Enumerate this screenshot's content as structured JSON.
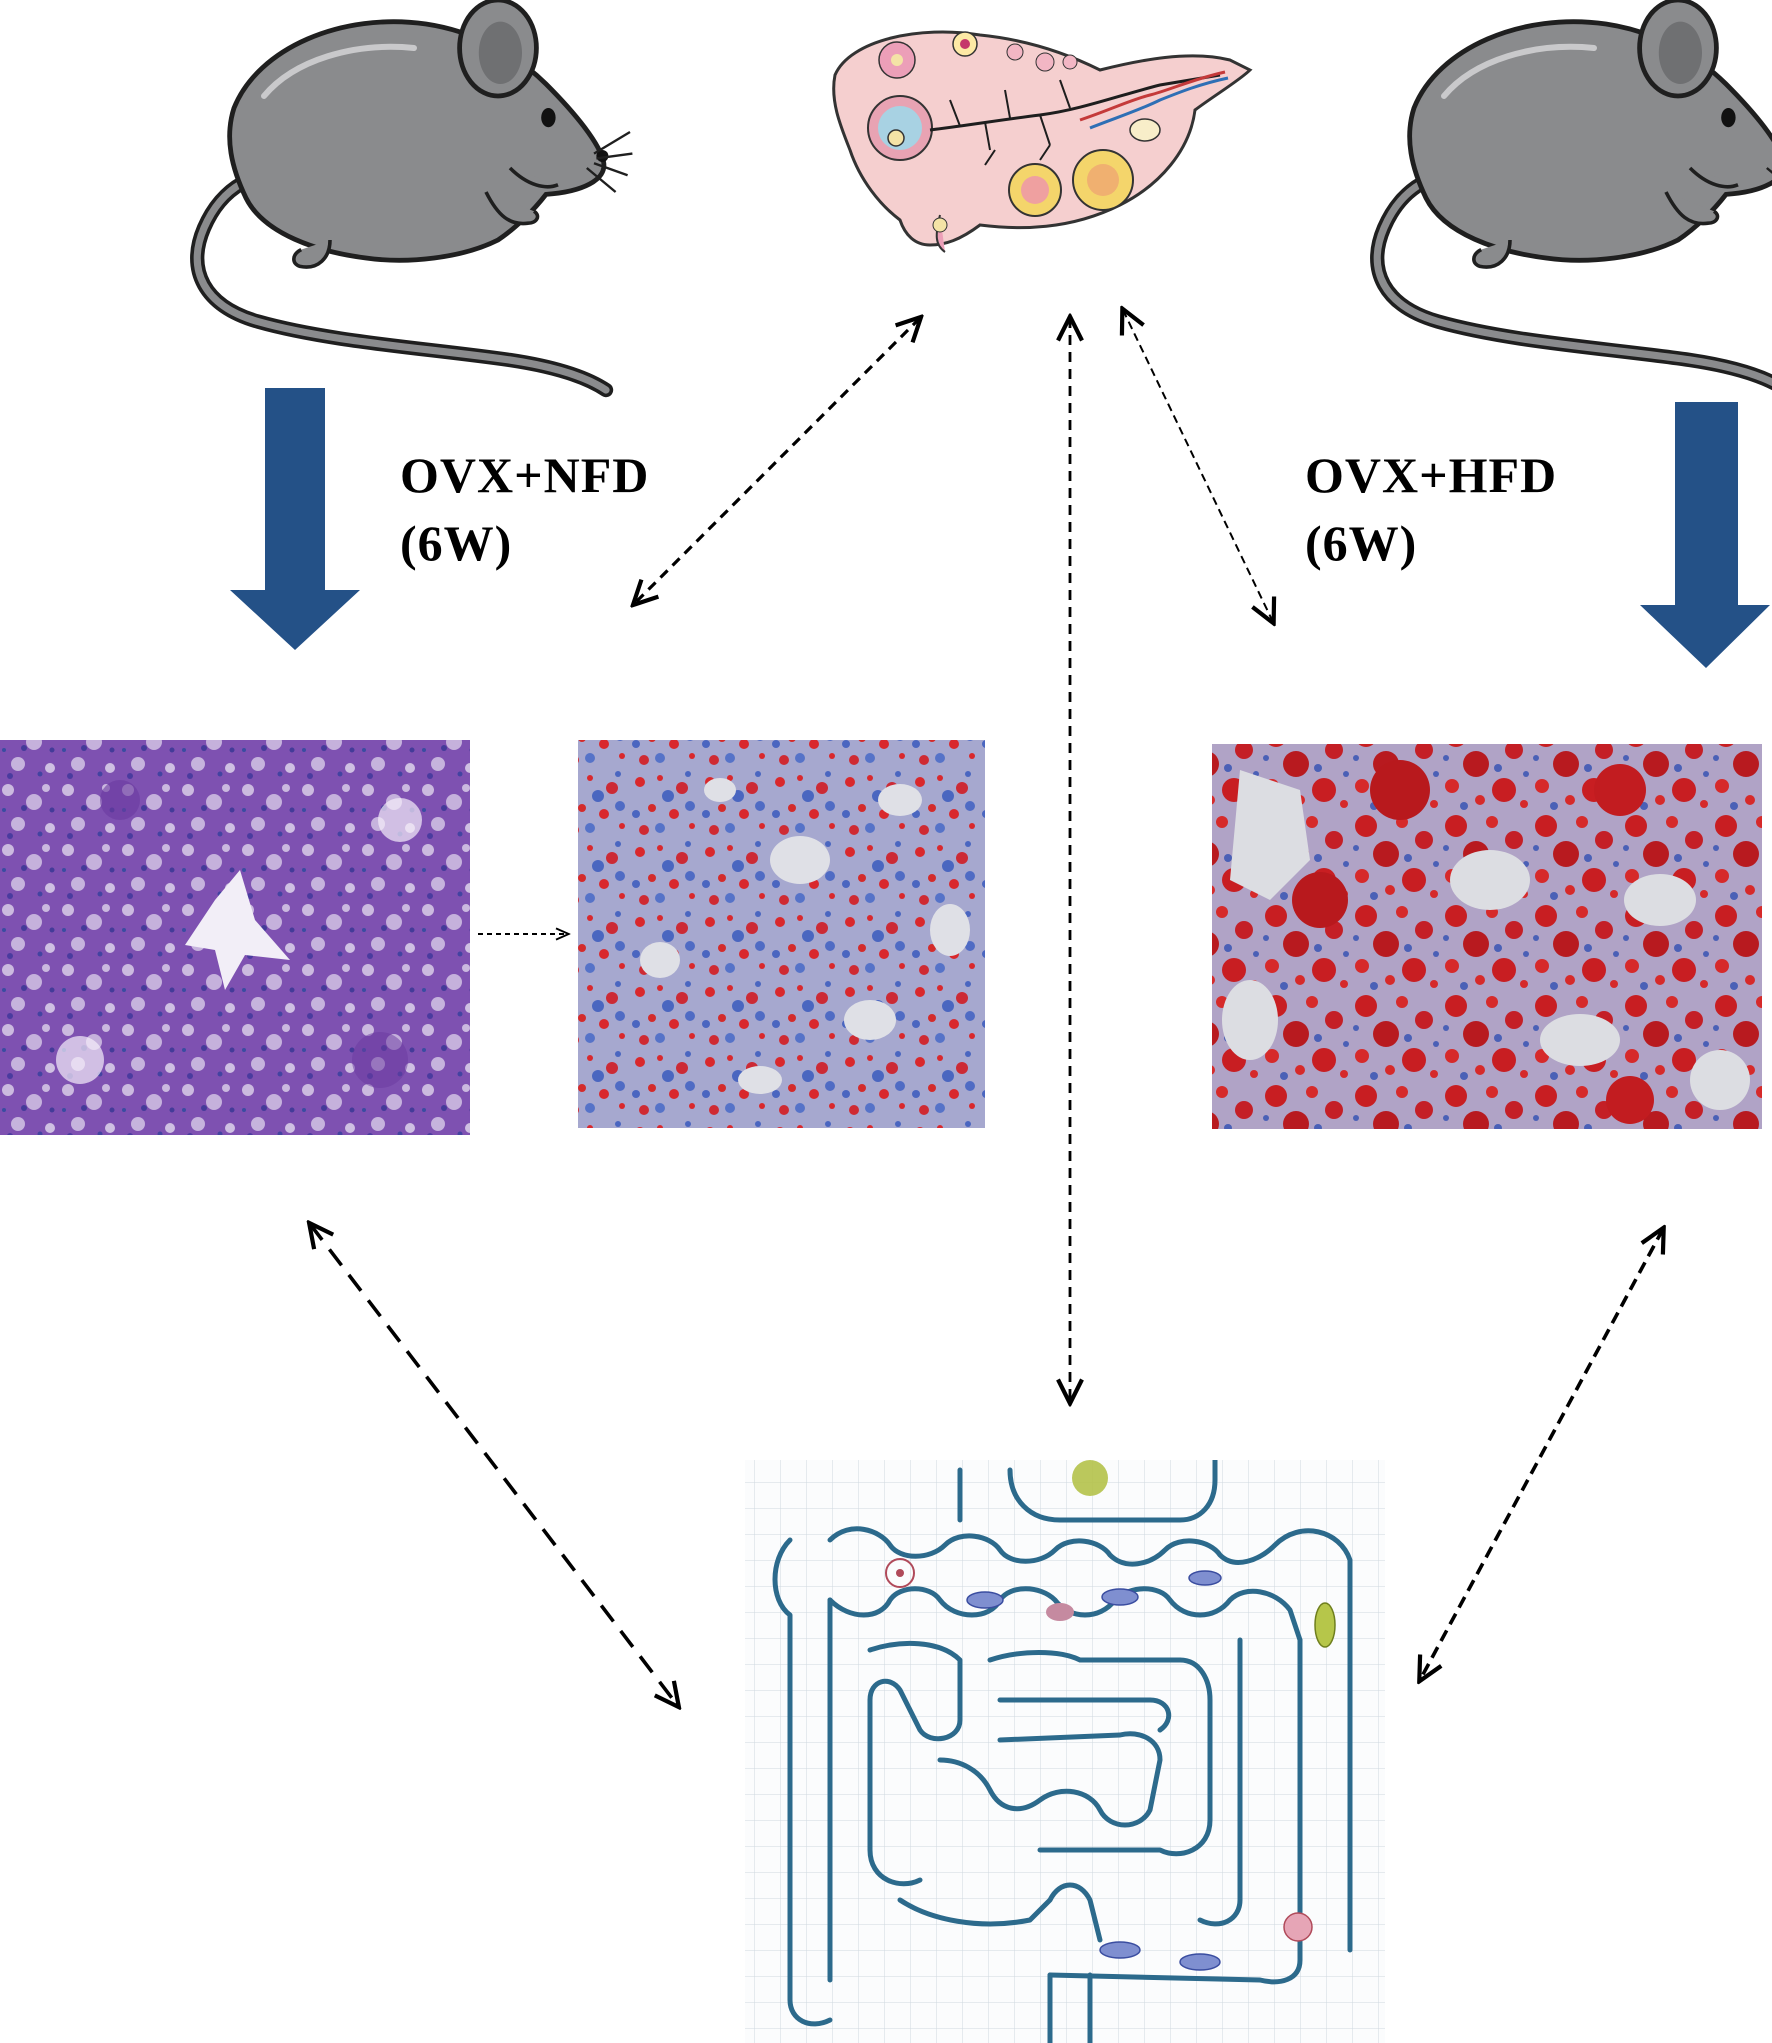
{
  "labels": {
    "left_treatment": "OVX+NFD",
    "left_duration": "(6W)",
    "right_treatment": "OVX+HFD",
    "right_duration": "(6W)"
  },
  "colors": {
    "mouse": "#8a8b8d",
    "mouse_outline": "#1f1f1f",
    "down_arrow": "#245187",
    "he_stain": "#7a4aa6",
    "oil_red": "#d42a2a",
    "hematoxylin_blue": "#4a63b8",
    "ovary": "#f5cfcf",
    "intestine": "#2c6a8c",
    "grid": "#c9d4dc"
  },
  "icons": [
    "mouse-icon",
    "ovary-icon",
    "intestine-icon",
    "down-arrow-icon",
    "double-headed-arrow"
  ]
}
